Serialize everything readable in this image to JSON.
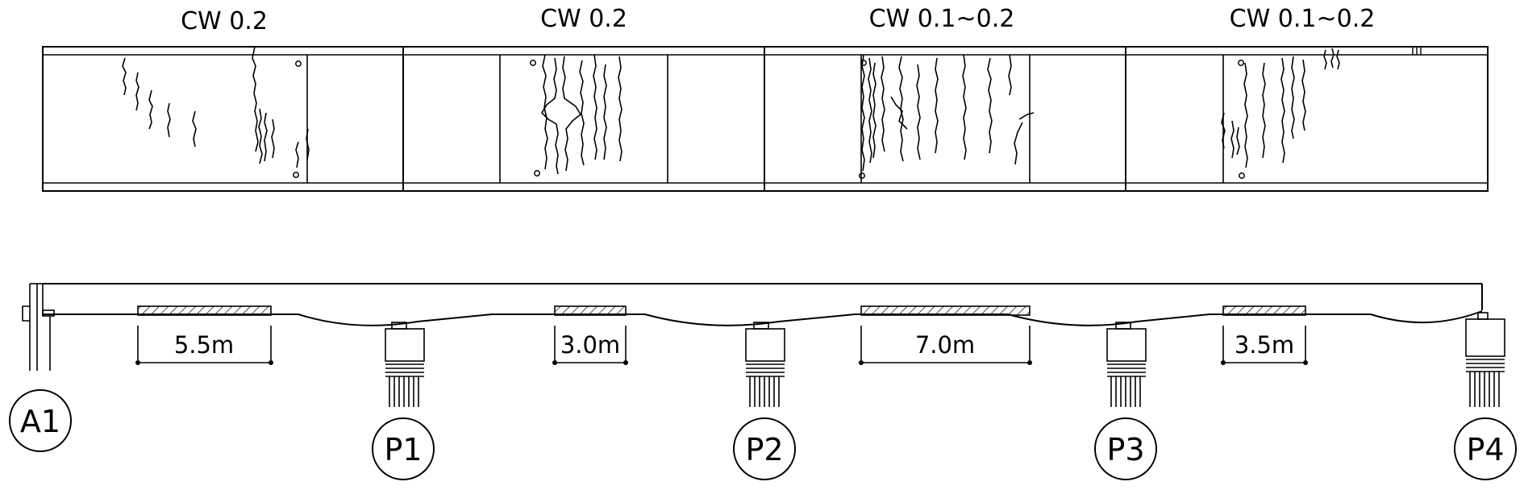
{
  "crack_width_labels": [
    "CW 0.2",
    "CW 0.2",
    "CW 0.1~0.2",
    "CW 0.1~0.2"
  ],
  "damaged_lengths": [
    "5.5m",
    "3.0m",
    "7.0m",
    "3.5m"
  ],
  "supports": [
    "A1",
    "P1",
    "P2",
    "P3",
    "P4"
  ]
}
